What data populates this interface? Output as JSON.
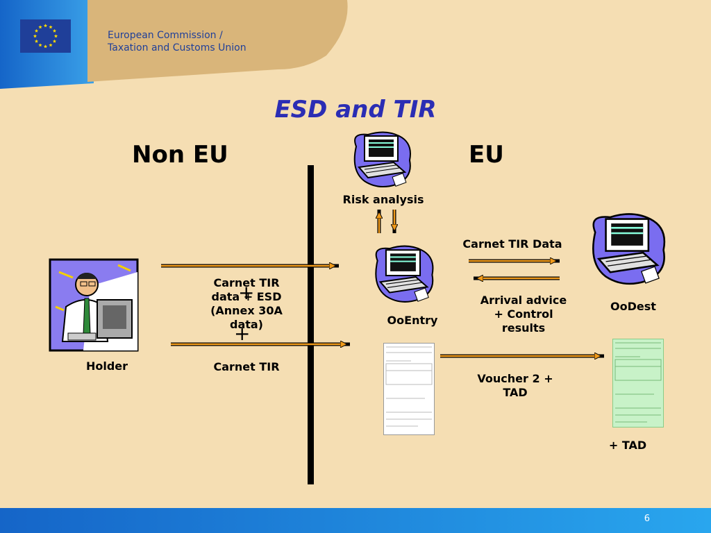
{
  "header": {
    "org_line1": "European Commission /",
    "org_line2": "Taxation and Customs Union"
  },
  "slide": {
    "title": "ESD and TIR",
    "left_zone": "Non EU",
    "right_zone": "EU",
    "page_number": "6"
  },
  "nodes": {
    "holder": "Holder",
    "risk": "Risk analysis",
    "entry": "OoEntry",
    "dest": "OoDest",
    "tad": "+ TAD"
  },
  "flows": {
    "carnet_esd_l1": "Carnet TIR",
    "carnet_esd_l2": "data + ESD",
    "carnet_esd_l3": "(Annex 30A",
    "carnet_esd_l4": "data)",
    "plus": "+",
    "carnet_tir": "Carnet TIR",
    "carnet_tir_data": "Carnet TIR Data",
    "arrival_l1": "Arrival advice",
    "arrival_l2": "+ Control",
    "arrival_l3": "results",
    "voucher_l1": "Voucher 2 +",
    "voucher_l2": "TAD"
  },
  "colors": {
    "background": "#f5deb3",
    "title": "#2b2db4",
    "header_blue": "#1e5fc4",
    "arrow_orange": "#f09a1a",
    "eu_flag": "#1f3f99",
    "eu_stars": "#ffdd00"
  },
  "icons": [
    "eu-flag-icon",
    "holder-person-icon",
    "computer-icon",
    "document-icon",
    "arrow-icon"
  ]
}
